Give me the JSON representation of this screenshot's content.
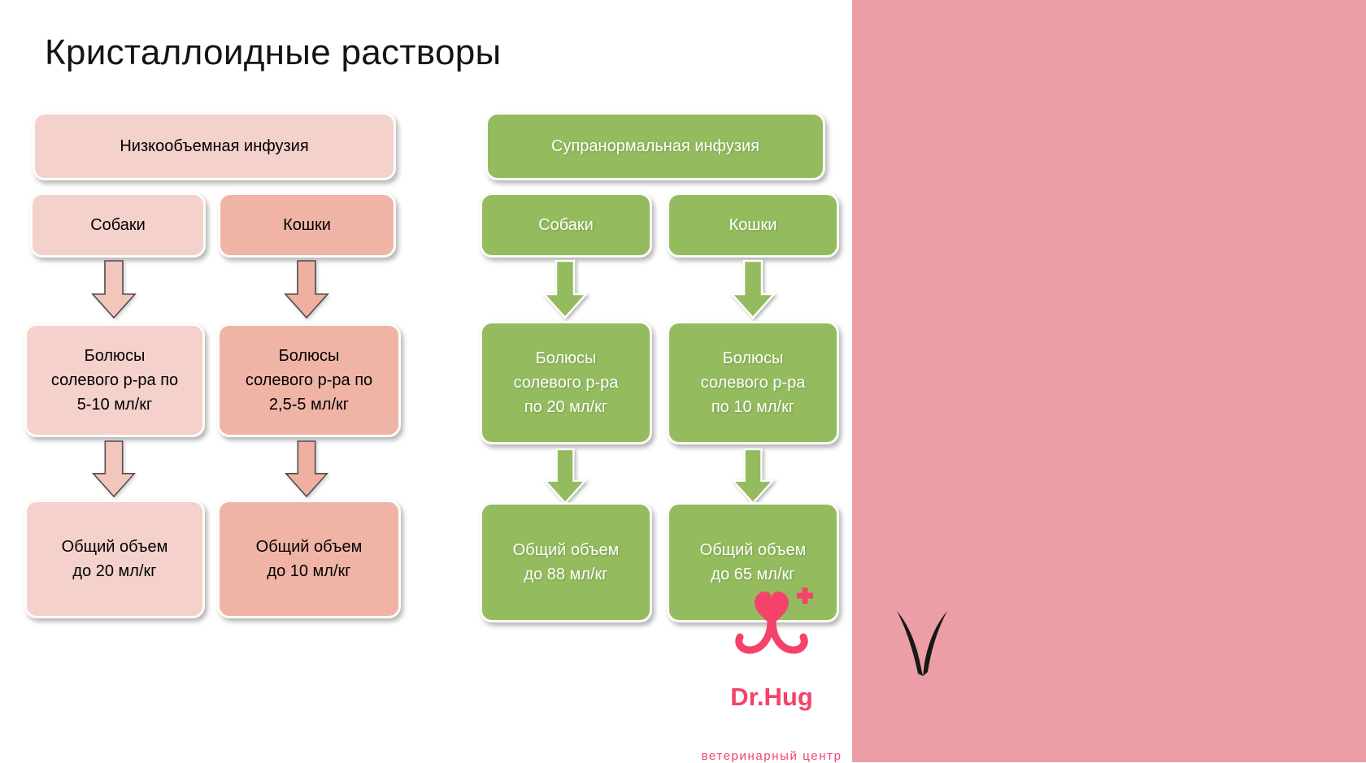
{
  "title": "Кристаллоидные растворы",
  "left_chart": {
    "header": "Низкообъемная инфузия",
    "columns": [
      {
        "label": "Собаки",
        "bolus": "Болюсы\nсолевого р-ра по\n5-10 мл/кг",
        "total": "Общий объем\nдо 20 мл/кг"
      },
      {
        "label": "Кошки",
        "bolus": "Болюсы\nсолевого р-ра по\n2,5-5 мл/кг",
        "total": "Общий объем\nдо 10 мл/кг"
      }
    ]
  },
  "right_chart": {
    "header": "Супранормальная инфузия",
    "columns": [
      {
        "label": "Собаки",
        "bolus": "Болюсы\nсолевого р-ра\nпо 20 мл/кг",
        "total": "Общий объем\nдо 88 мл/кг"
      },
      {
        "label": "Кошки",
        "bolus": "Болюсы\nсолевого р-ра\nпо 10 мл/кг",
        "total": "Общий объем\nдо 65 мл/кг"
      }
    ]
  },
  "logo": {
    "brand": "Dr.Hug",
    "tagline": "ветеринарный центр"
  },
  "colors": {
    "pink_light": "#f4d1ca",
    "pink_mid": "#f0b4a6",
    "green": "#94bc5e",
    "side_band": "#ec9ea7",
    "brand_pink": "#f4426b"
  }
}
